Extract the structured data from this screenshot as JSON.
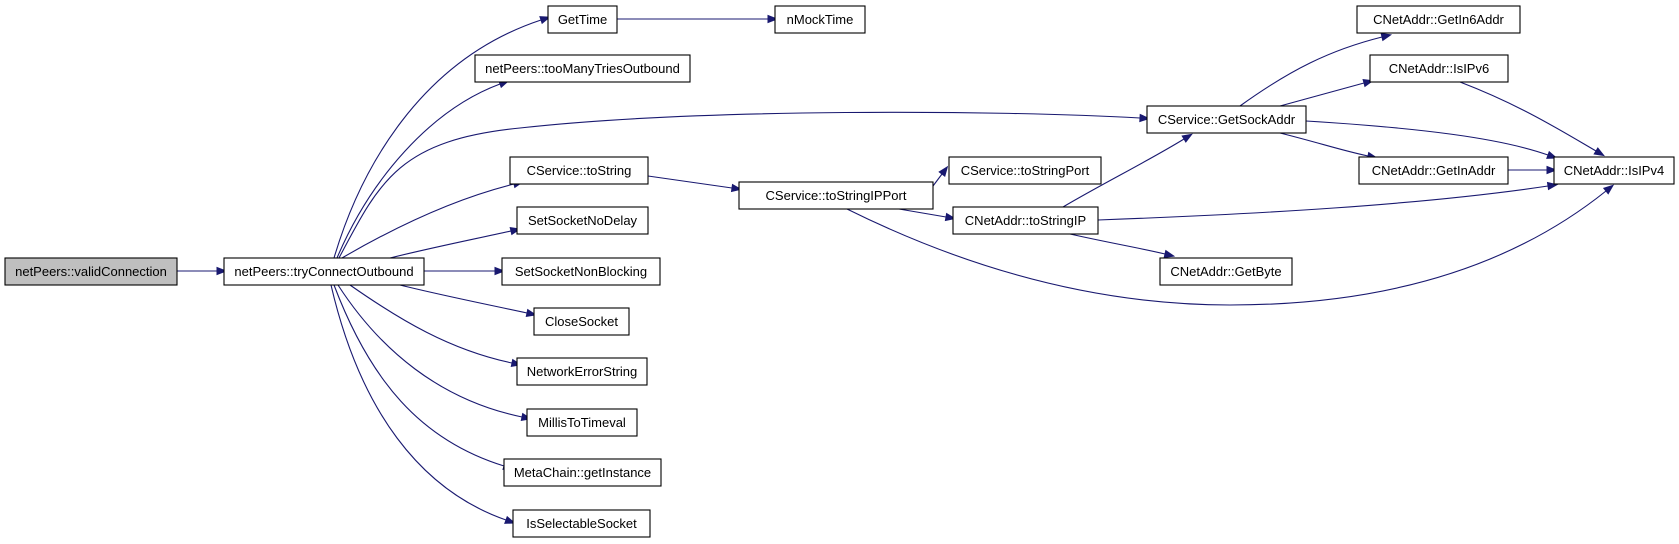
{
  "diagram": {
    "nodes": [
      {
        "id": "valid_connection",
        "label": "netPeers::validConnection",
        "root": true
      },
      {
        "id": "try_connect_outbound",
        "label": "netPeers::tryConnectOutbound"
      },
      {
        "id": "get_time",
        "label": "GetTime"
      },
      {
        "id": "n_mock_time",
        "label": "nMockTime"
      },
      {
        "id": "too_many_tries_outbound",
        "label": "netPeers::tooManyTriesOutbound"
      },
      {
        "id": "cservice_tostring",
        "label": "CService::toString"
      },
      {
        "id": "set_socket_no_delay",
        "label": "SetSocketNoDelay"
      },
      {
        "id": "set_socket_non_blocking",
        "label": "SetSocketNonBlocking"
      },
      {
        "id": "close_socket",
        "label": "CloseSocket"
      },
      {
        "id": "network_error_string",
        "label": "NetworkErrorString"
      },
      {
        "id": "millis_to_timeval",
        "label": "MillisToTimeval"
      },
      {
        "id": "metachain_getinstance",
        "label": "MetaChain::getInstance"
      },
      {
        "id": "is_selectable_socket",
        "label": "IsSelectableSocket"
      },
      {
        "id": "cservice_tostringipport",
        "label": "CService::toStringIPPort"
      },
      {
        "id": "cservice_tostringport",
        "label": "CService::toStringPort"
      },
      {
        "id": "cnetaddr_tostringip",
        "label": "CNetAddr::toStringIP"
      },
      {
        "id": "cnetaddr_getbyte",
        "label": "CNetAddr::GetByte"
      },
      {
        "id": "cservice_getsockaddr",
        "label": "CService::GetSockAddr"
      },
      {
        "id": "cnetaddr_getin6addr",
        "label": "CNetAddr::GetIn6Addr"
      },
      {
        "id": "cnetaddr_isipv6",
        "label": "CNetAddr::IsIPv6"
      },
      {
        "id": "cnetaddr_getinaddr",
        "label": "CNetAddr::GetInAddr"
      },
      {
        "id": "cnetaddr_isipv4",
        "label": "CNetAddr::IsIPv4"
      }
    ],
    "edges": [
      {
        "from": "valid_connection",
        "to": "try_connect_outbound"
      },
      {
        "from": "try_connect_outbound",
        "to": "get_time"
      },
      {
        "from": "get_time",
        "to": "n_mock_time"
      },
      {
        "from": "try_connect_outbound",
        "to": "too_many_tries_outbound"
      },
      {
        "from": "try_connect_outbound",
        "to": "cservice_getsockaddr"
      },
      {
        "from": "try_connect_outbound",
        "to": "cservice_tostring"
      },
      {
        "from": "try_connect_outbound",
        "to": "set_socket_no_delay"
      },
      {
        "from": "try_connect_outbound",
        "to": "set_socket_non_blocking"
      },
      {
        "from": "try_connect_outbound",
        "to": "close_socket"
      },
      {
        "from": "try_connect_outbound",
        "to": "network_error_string"
      },
      {
        "from": "try_connect_outbound",
        "to": "millis_to_timeval"
      },
      {
        "from": "try_connect_outbound",
        "to": "metachain_getinstance"
      },
      {
        "from": "try_connect_outbound",
        "to": "is_selectable_socket"
      },
      {
        "from": "cservice_tostring",
        "to": "cservice_tostringipport"
      },
      {
        "from": "cservice_tostringipport",
        "to": "cservice_tostringport"
      },
      {
        "from": "cservice_tostringipport",
        "to": "cnetaddr_tostringip"
      },
      {
        "from": "cservice_tostringipport",
        "to": "cnetaddr_isipv4"
      },
      {
        "from": "cnetaddr_tostringip",
        "to": "cservice_getsockaddr"
      },
      {
        "from": "cnetaddr_tostringip",
        "to": "cnetaddr_isipv4"
      },
      {
        "from": "cnetaddr_tostringip",
        "to": "cnetaddr_getbyte"
      },
      {
        "from": "cservice_getsockaddr",
        "to": "cnetaddr_getin6addr"
      },
      {
        "from": "cservice_getsockaddr",
        "to": "cnetaddr_isipv6"
      },
      {
        "from": "cservice_getsockaddr",
        "to": "cnetaddr_isipv4"
      },
      {
        "from": "cservice_getsockaddr",
        "to": "cnetaddr_getinaddr"
      },
      {
        "from": "cnetaddr_isipv6",
        "to": "cnetaddr_isipv4"
      },
      {
        "from": "cnetaddr_getinaddr",
        "to": "cnetaddr_isipv4"
      }
    ]
  }
}
